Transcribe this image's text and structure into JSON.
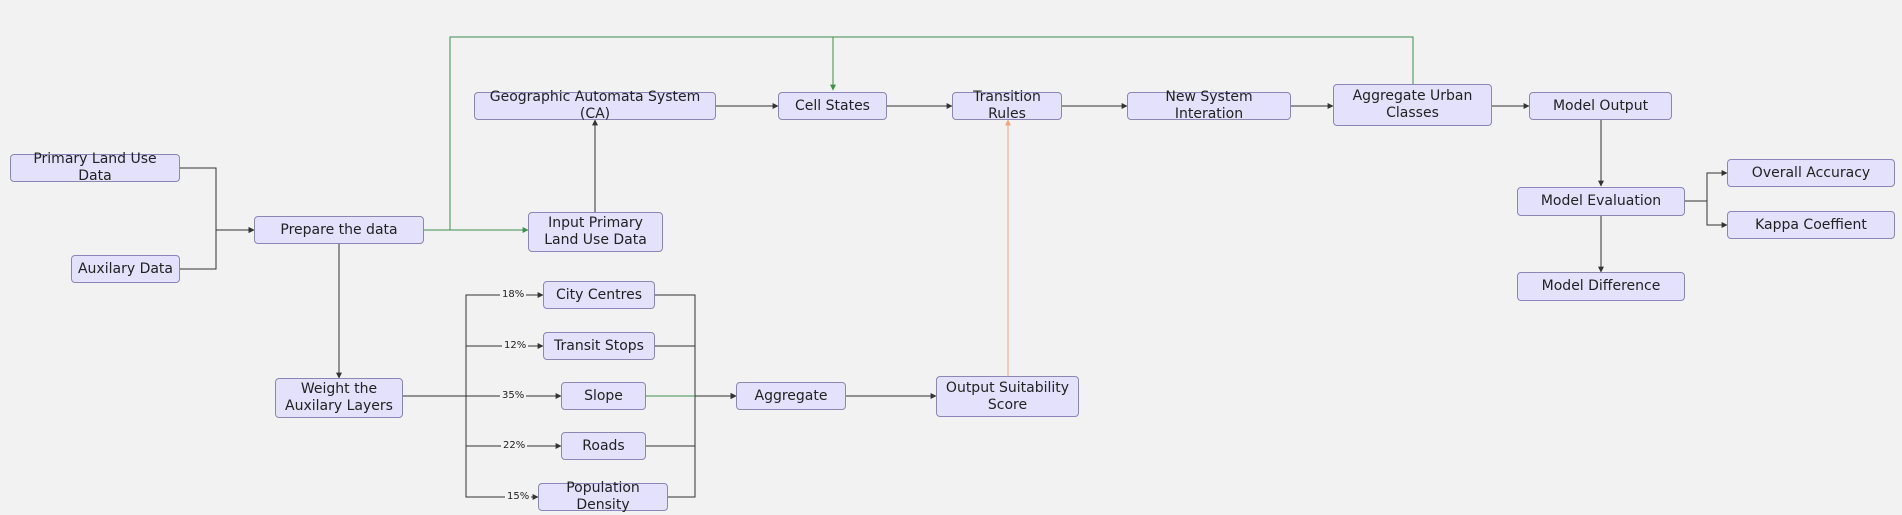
{
  "diagram": {
    "nodes": {
      "primary_land_use": "Primary Land Use Data",
      "auxilary_data": "Auxilary Data",
      "prepare_data": "Prepare the data",
      "geo_automata": "Geographic Automata System (CA)",
      "input_primary": "Input Primary Land Use Data",
      "cell_states": "Cell States",
      "transition_rules": "Transition Rules",
      "new_system_iteration": "New System Interation",
      "aggregate_urban": "Aggregate Urban Classes",
      "model_output": "Model Output",
      "model_evaluation": "Model Evaluation",
      "overall_accuracy": "Overall Accuracy",
      "kappa": "Kappa Coeffient",
      "model_difference": "Model Difference",
      "weight_layers": "Weight the Auxilary Layers",
      "city_centres": "City Centres",
      "transit_stops": "Transit Stops",
      "slope": "Slope",
      "roads": "Roads",
      "population_density": "Population Density",
      "aggregate": "Aggregate",
      "output_suitability": "Output Suitability Score"
    },
    "weights": {
      "city_centres": "18%",
      "transit_stops": "12%",
      "slope": "35%",
      "roads": "22%",
      "population_density": "15%"
    },
    "colors": {
      "node_fill": "#e3e1fb",
      "node_border": "#8b86b8",
      "edge": "#333333",
      "edge_green": "#3e8f4e",
      "edge_orange": "#f2a37a"
    }
  }
}
